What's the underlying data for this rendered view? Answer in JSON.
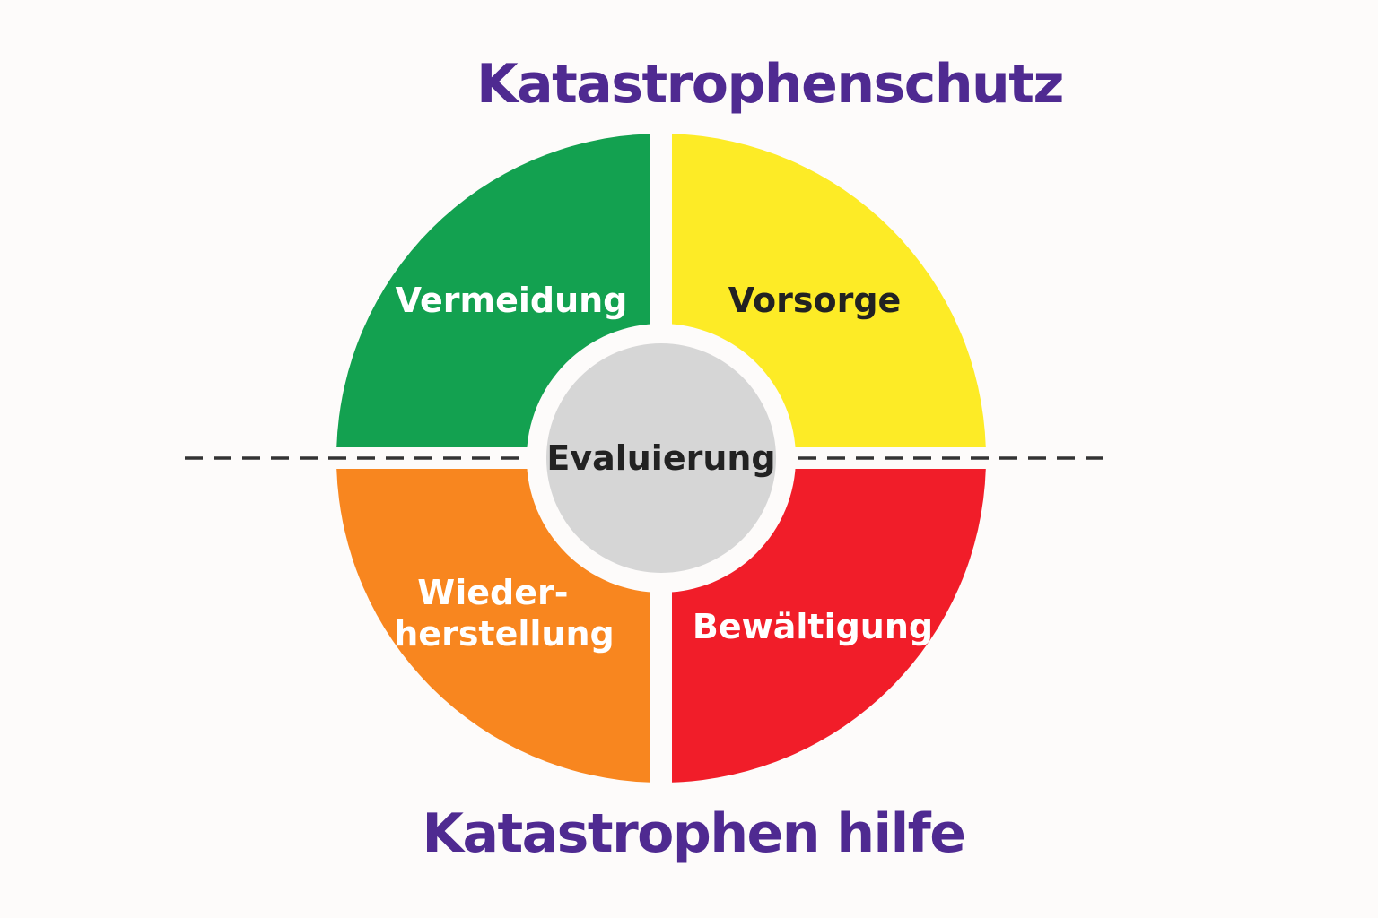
{
  "diagram": {
    "title_top": "Katastrophenschutz",
    "title_bottom": "Katastrophen hilfe",
    "center": {
      "label": "Evaluierung",
      "color": "#d6d6d6",
      "text_color": "#222222"
    },
    "segments": [
      {
        "key": "top_left",
        "label_lines": [
          "Vermeidung"
        ],
        "color": "#13a150",
        "text_color": "#ffffff"
      },
      {
        "key": "top_right",
        "label_lines": [
          "Vorsorge"
        ],
        "color": "#fdeb26",
        "text_color": "#222222"
      },
      {
        "key": "bottom_left",
        "label_lines": [
          "Wieder-",
          "herstellung"
        ],
        "color": "#f8861f",
        "text_color": "#ffffff"
      },
      {
        "key": "bottom_right",
        "label_lines": [
          "Bewältigung"
        ],
        "color": "#f11d29",
        "text_color": "#ffffff"
      }
    ],
    "colors": {
      "title": "#4f2a91",
      "divider": "#333333",
      "background": "#fdfbfa"
    }
  }
}
